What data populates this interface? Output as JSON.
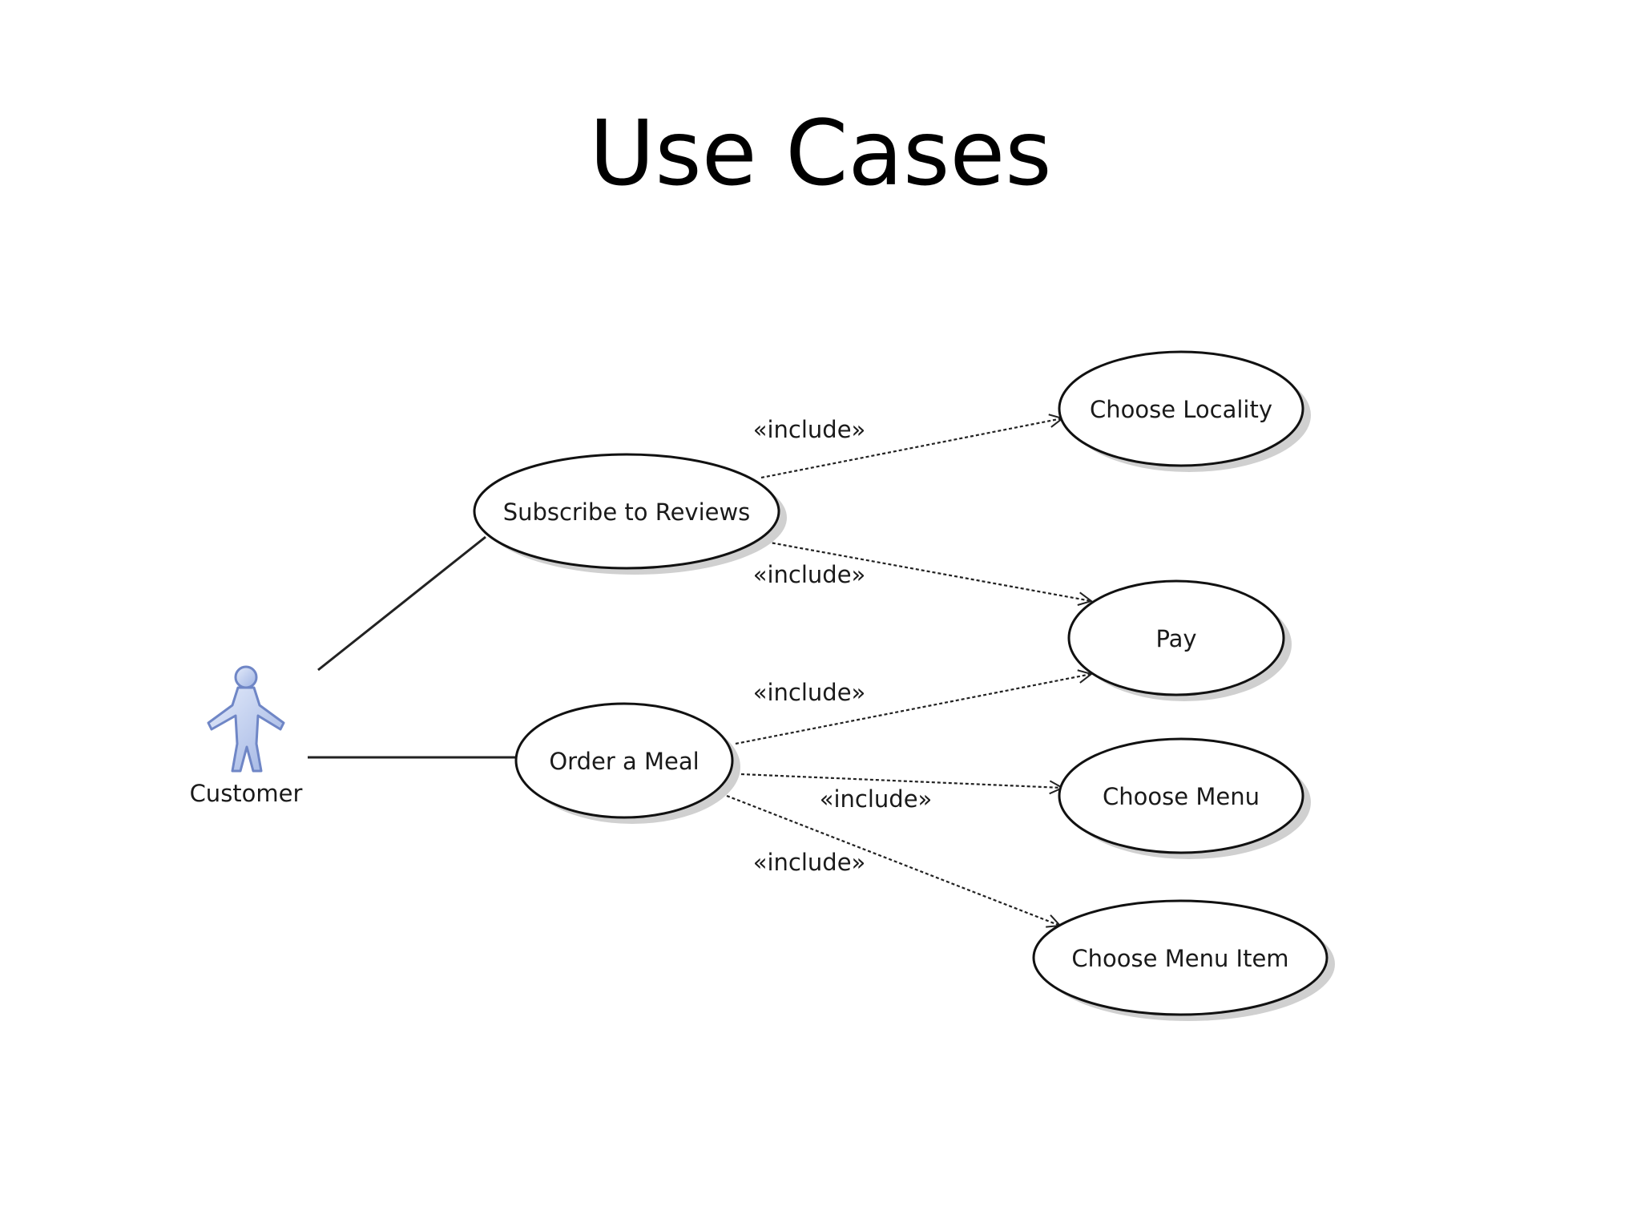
{
  "title": "Use Cases",
  "diagram": {
    "actor": {
      "name": "Customer",
      "icon": "stick-figure-icon"
    },
    "use_cases": {
      "subscribe": "Subscribe to Reviews",
      "order": "Order a Meal",
      "locality": "Choose Locality",
      "pay": "Pay",
      "menu": "Choose Menu",
      "menu_item": "Choose Menu Item"
    },
    "relations": {
      "subscribe_locality": "«include»",
      "subscribe_pay": "«include»",
      "order_pay": "«include»",
      "order_menu": "«include»",
      "order_menu_item": "«include»"
    },
    "colors": {
      "actor_fill": "#c9d6f2",
      "actor_stroke": "#6f86c6",
      "line": "#222222",
      "shadow": "#d0d0d0"
    }
  }
}
